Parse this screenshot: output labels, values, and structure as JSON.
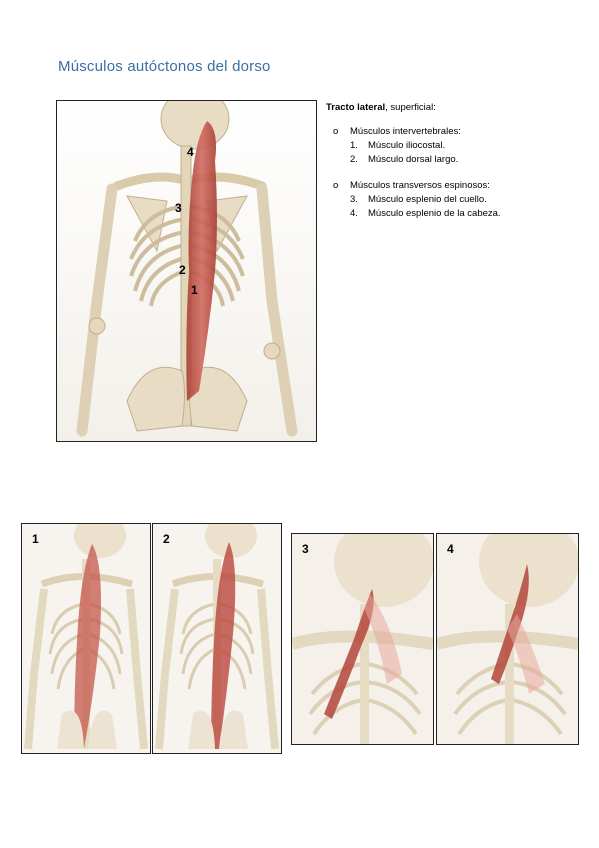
{
  "title": "Músculos autóctonos del dorso",
  "main_figure": {
    "labels": [
      "4",
      "3",
      "2",
      "1"
    ]
  },
  "text": {
    "heading_bold": "Tracto lateral",
    "heading_rest": ", superficial:",
    "groups": [
      {
        "bullet": "o",
        "label": "Músculos intervertebrales:",
        "items": [
          {
            "n": "1.",
            "label": "Músculo iliocostal."
          },
          {
            "n": "2.",
            "label": "Músculo dorsal largo."
          }
        ]
      },
      {
        "bullet": "o",
        "label": "Músculos transversos espinosos:",
        "items": [
          {
            "n": "3.",
            "label": "Músculo esplenio del cuello."
          },
          {
            "n": "4.",
            "label": "Músculo esplenio de la cabeza."
          }
        ]
      }
    ]
  },
  "panels": [
    {
      "label": "1"
    },
    {
      "label": "2"
    },
    {
      "label": "3"
    },
    {
      "label": "4"
    }
  ],
  "colors": {
    "title": "#3b6ea5",
    "muscle": "#c2554a",
    "bone": "#e8dcc4"
  }
}
